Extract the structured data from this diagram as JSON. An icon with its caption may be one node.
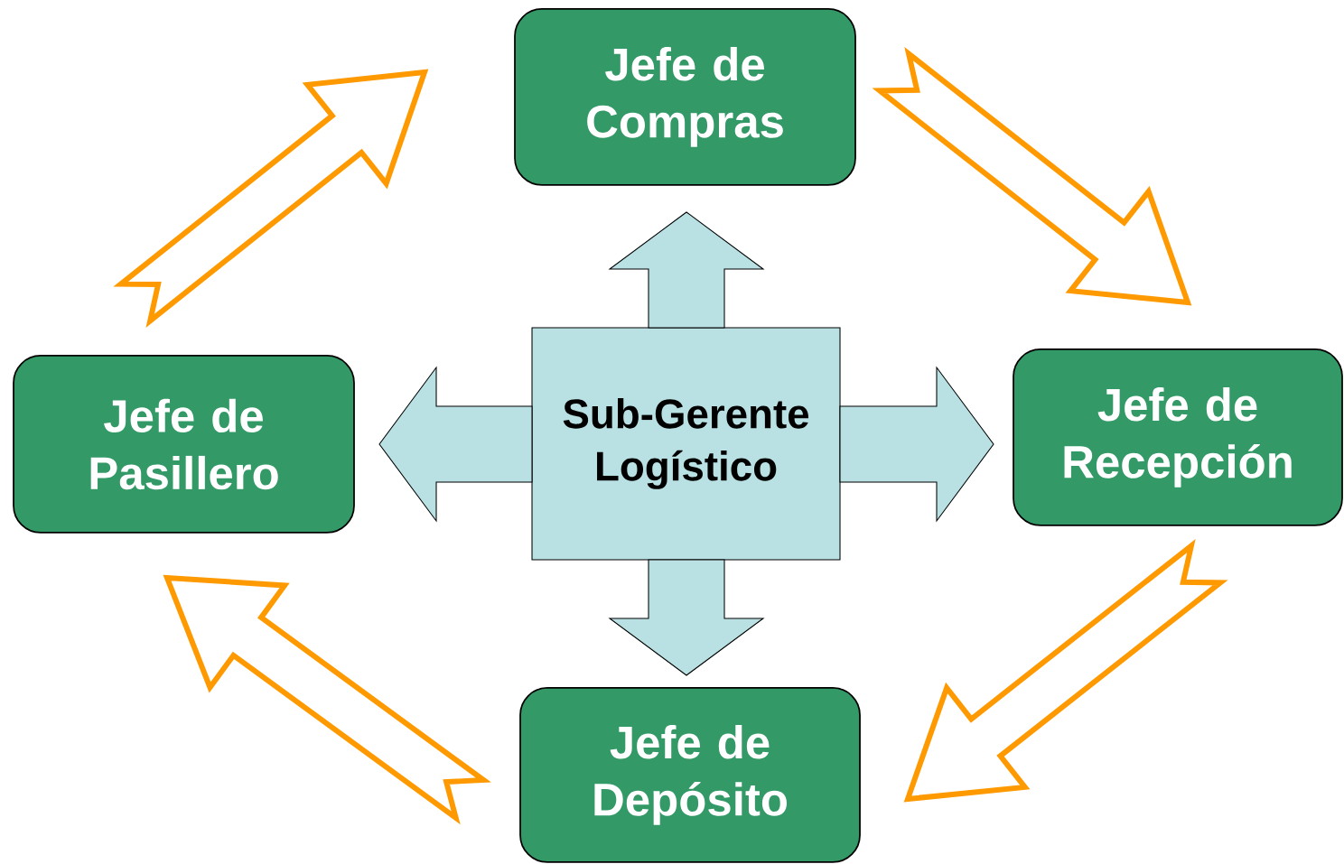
{
  "diagram": {
    "nodes": [
      {
        "text": [
          "Jefe de Compras"
        ]
      },
      {
        "text": [
          "Jefe de Pasillero"
        ]
      },
      {
        "text": [
          "Sub-Gerente Logístico"
        ]
      },
      {
        "text": [
          "Jefe de Recepción"
        ]
      },
      {
        "text": [
          "Jefe de Depósito"
        ]
      }
    ],
    "edges": [
      {
        "from": 2,
        "to": 0,
        "arrow": "to",
        "color": "#b9e0e3"
      },
      {
        "from": 2,
        "to": 1,
        "arrow": "to",
        "color": "#b9e0e3"
      },
      {
        "from": 2,
        "to": 3,
        "arrow": "to",
        "color": "#b9e0e3"
      },
      {
        "from": 2,
        "to": 4,
        "arrow": "to",
        "color": "#b9e0e3"
      },
      {
        "from": 1,
        "to": 0,
        "arrow": "to",
        "style": "thick",
        "color": "#ff9900"
      },
      {
        "from": 0,
        "to": 3,
        "arrow": "to",
        "style": "thick",
        "color": "#ff9900"
      },
      {
        "from": 3,
        "to": 4,
        "arrow": "to",
        "style": "thick",
        "color": "#ff9900"
      },
      {
        "from": 4,
        "to": 1,
        "arrow": "to",
        "style": "thick",
        "color": "#ff9900"
      }
    ]
  }
}
